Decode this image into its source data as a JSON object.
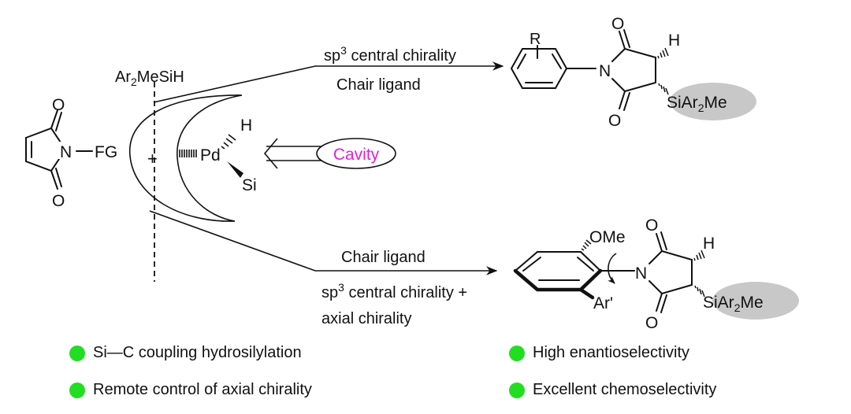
{
  "reactant": {
    "maleimide_substituent": "FG",
    "nitrogen": "N",
    "oxygen": "O",
    "reagent": "Ar",
    "reagent_sub": "2",
    "reagent_rest": "MeSiH",
    "plus": "+"
  },
  "catalyst": {
    "metal": "Pd",
    "hydride": "H",
    "silyl": "Si",
    "cavity_label": "Cavity",
    "cavity_color": "#e020e0"
  },
  "upper_pathway": {
    "above_prefix": "sp",
    "above_sup": "3",
    "above_rest": " central chirality",
    "below": "Chair ligand",
    "product": {
      "aryl_substituent": "R",
      "nitrogen": "N",
      "oxygen": "O",
      "hydrogen": "H",
      "silyl_prefix": "SiAr",
      "silyl_sub": "2",
      "silyl_suffix": "Me"
    }
  },
  "lower_pathway": {
    "above": "Chair ligand",
    "below_prefix": "sp",
    "below_sup": "3",
    "below_rest": " central chirality +",
    "below_line2": "axial chirality",
    "product": {
      "ortho_substituent": "OMe",
      "aryl_substituent": "Ar'",
      "nitrogen": "N",
      "oxygen": "O",
      "hydrogen": "H",
      "silyl_prefix": "SiAr",
      "silyl_sub": "2",
      "silyl_suffix": "Me"
    }
  },
  "colors": {
    "highlight_ellipse": "#c8c8c8",
    "bullet": "#22dd22"
  },
  "features": [
    {
      "text": "Si—C coupling hydrosilylation"
    },
    {
      "text": "Remote control of axial chirality"
    },
    {
      "text": "High enantioselectivity"
    },
    {
      "text": "Excellent chemoselectivity"
    }
  ]
}
